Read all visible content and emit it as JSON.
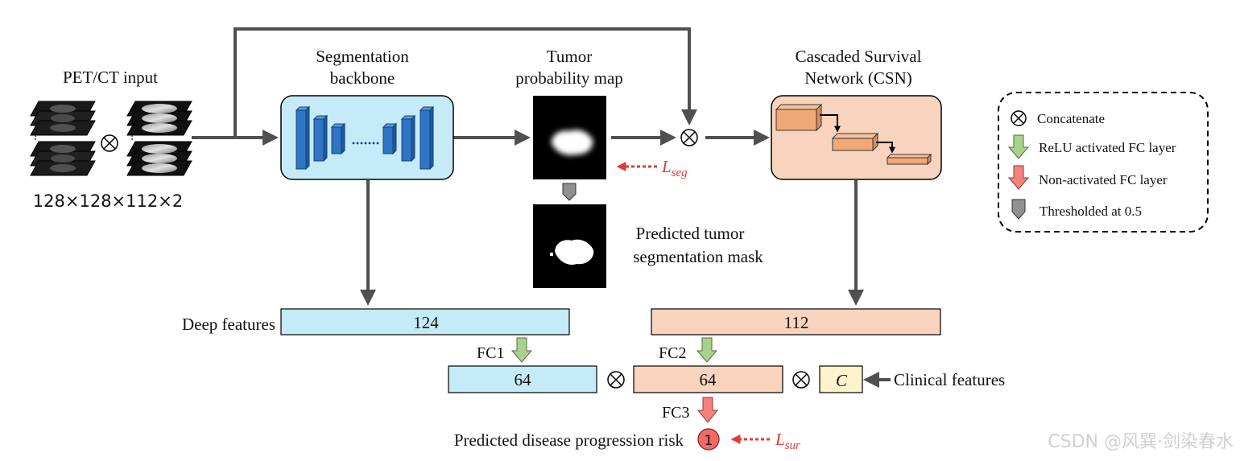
{
  "input": {
    "title": "PET/CT input",
    "dims": "128×128×112×2"
  },
  "backbone": {
    "title_line1": "Segmentation",
    "title_line2": "backbone"
  },
  "prob_map": {
    "title_line1": "Tumor",
    "title_line2": "probability map"
  },
  "csn": {
    "title_line1": "Cascaded Survival",
    "title_line2": "Network (CSN)"
  },
  "mask": {
    "label_line1": "Predicted tumor",
    "label_line2": "segmentation mask"
  },
  "losses": {
    "seg": "L",
    "seg_sub": "seg",
    "sur": "L",
    "sur_sub": "sur"
  },
  "features": {
    "deep_label": "Deep features",
    "deep_value": "124",
    "csn_value": "112",
    "fc1_label": "FC1",
    "fc2_label": "FC2",
    "fc3_label": "FC3",
    "fc1_value": "64",
    "fc2_value": "64",
    "clinical_value": "C",
    "clinical_label": "Clinical features"
  },
  "output": {
    "label": "Predicted disease progression risk",
    "value": "1"
  },
  "legend": {
    "items": [
      {
        "label": "Concatenate",
        "icon": "concatenate-icon"
      },
      {
        "label": "ReLU activated FC layer",
        "icon": "green-arrow-icon"
      },
      {
        "label": "Non-activated FC layer",
        "icon": "red-arrow-icon"
      },
      {
        "label": "Thresholded at 0.5",
        "icon": "gray-arrow-icon"
      }
    ]
  },
  "watermark": "CSDN @风巽·剑染春水",
  "colors": {
    "flow": "#505050",
    "blue_box": "#c5ebf8",
    "orange_box": "#f8d3bd",
    "bar_blue": "#2e75c4",
    "cube_orange": "#f0a878",
    "clinical_box": "#fdf3cc",
    "loss_red": "#e53935",
    "relu_green": "#a9d18e",
    "nonact_red": "#f4817e",
    "threshold_gray": "#909090"
  }
}
